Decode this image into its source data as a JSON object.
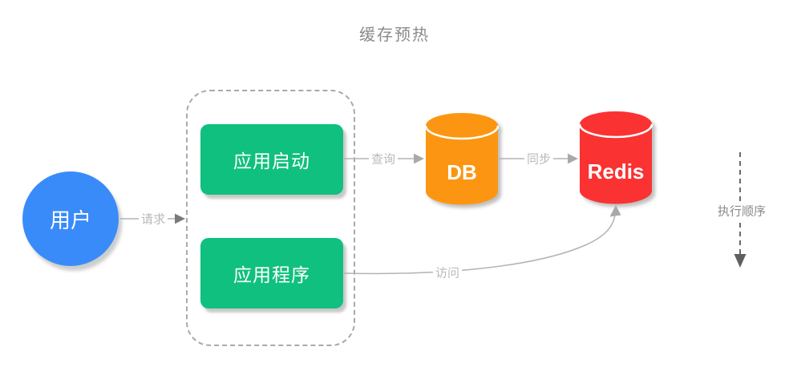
{
  "title": "缓存预热",
  "nodes": {
    "user": {
      "label": "用户",
      "color": "#3a8bfa"
    },
    "app_start": {
      "label": "应用启动",
      "color": "#10c07e"
    },
    "app_program": {
      "label": "应用程序",
      "color": "#10c07e"
    },
    "db": {
      "label": "DB",
      "color": "#fc9612"
    },
    "redis": {
      "label": "Redis",
      "color": "#fa3232"
    }
  },
  "edges": {
    "request": {
      "label": "请求"
    },
    "query": {
      "label": "查询"
    },
    "sync": {
      "label": "同步"
    },
    "access": {
      "label": "访问"
    }
  },
  "side_note": "执行顺序",
  "colors": {
    "line_gray": "#b3b3b3",
    "label_gray": "#b9b9b9",
    "dark_arrow_gray": "#6b6b6b",
    "title_gray": "#8a8a8a",
    "dashed_border_gray": "#a9a9a9",
    "background": "#ffffff"
  }
}
